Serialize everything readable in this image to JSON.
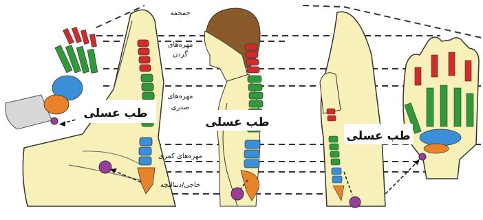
{
  "regions": {
    "skull": "جمجمه",
    "cervical": [
      "مهره‌های",
      "گردن"
    ],
    "thoracic": [
      "مهره‌های",
      "صدری"
    ],
    "lumbar": "مهره‌های کمری",
    "sacrum": "خاجی/دنبالیچه"
  },
  "tibb_label": "طب عسلی",
  "colors": {
    "skin": "#f7f0b8",
    "cervical": "#d42a2a",
    "thoracic": "#2f9a3a",
    "lumbar": "#3a8fd6",
    "sacrum": "#e8832a",
    "point": "#9a3c9a",
    "outline": "#333333"
  }
}
